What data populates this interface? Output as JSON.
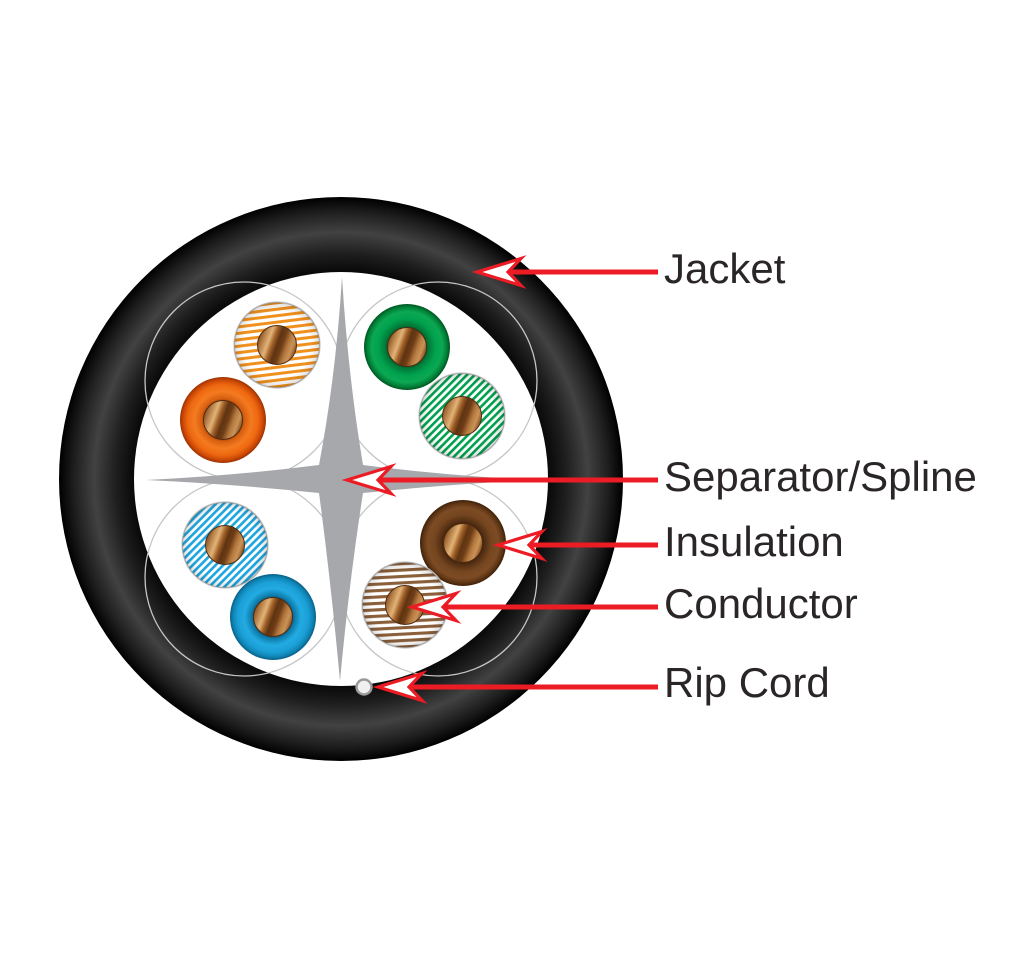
{
  "figure": {
    "type": "cable-cross-section-diagram",
    "description": "UTP cable cross section with four twisted pairs around a cross-shaped spline inside a black jacket",
    "callouts": [
      {
        "id": "jacket",
        "label": "Jacket"
      },
      {
        "id": "separator-spline",
        "label": "Separator/Spline"
      },
      {
        "id": "insulation",
        "label": "Insulation"
      },
      {
        "id": "conductor",
        "label": "Conductor"
      },
      {
        "id": "rip-cord",
        "label": "Rip Cord"
      }
    ],
    "wire_pairs": [
      {
        "pair": "orange",
        "wires": [
          "orange-white-striped",
          "orange-solid"
        ]
      },
      {
        "pair": "green",
        "wires": [
          "green-solid",
          "green-white-striped"
        ]
      },
      {
        "pair": "blue",
        "wires": [
          "blue-white-striped",
          "blue-solid"
        ]
      },
      {
        "pair": "brown",
        "wires": [
          "brown-solid",
          "brown-white-striped"
        ]
      }
    ],
    "colors": {
      "accent_red": "#ec1b24",
      "label_text": "#2a2627",
      "jacket": "#121212",
      "spline": "#a6a8ab",
      "orange": "#f2791f",
      "orange_stripe": "#f0911e",
      "green": "#00a14e",
      "blue": "#1ca6e0",
      "brown": "#6f4320",
      "brown_stripe": "#8a5f3a",
      "copper": "#b5773f",
      "rip_cord": "#f0f0f0"
    }
  }
}
